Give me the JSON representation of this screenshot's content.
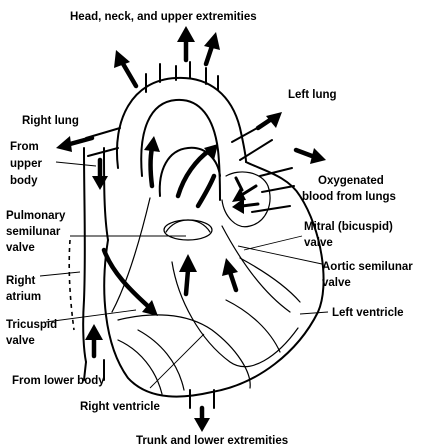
{
  "labels": {
    "head_neck": "Head, neck, and upper extremities",
    "left_lung": "Left lung",
    "right_lung": "Right lung",
    "from_upper_body": [
      "From",
      "upper",
      "body"
    ],
    "oxygenated_blood": [
      "Oxygenated",
      "blood from lungs"
    ],
    "pulmonary_valve": [
      "Pulmonary",
      "semilunar",
      "valve"
    ],
    "mitral_valve": [
      "Mitral (bicuspid)",
      "valve"
    ],
    "right_atrium": [
      "Right",
      "atrium"
    ],
    "aortic_valve": [
      "Aortic semilunar",
      "valve"
    ],
    "left_ventricle": "Left ventricle",
    "tricuspid_valve": [
      "Tricuspid",
      "valve"
    ],
    "from_lower_body": "From lower body",
    "right_ventricle": "Right ventricle",
    "trunk": "Trunk and lower extremities"
  }
}
